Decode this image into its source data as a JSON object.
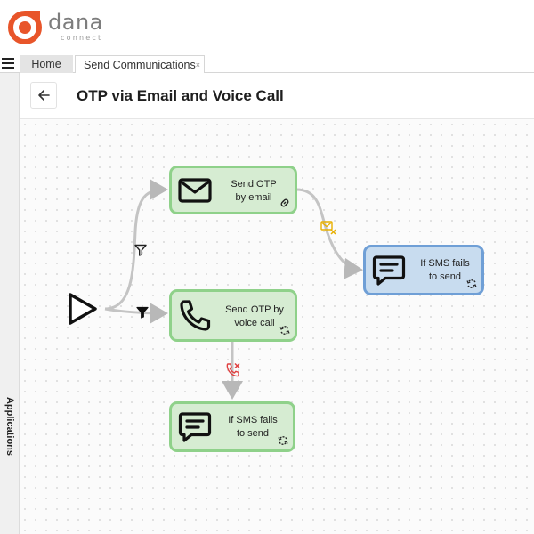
{
  "brand": {
    "name": "dana",
    "tagline": "connect",
    "colors": {
      "orange": "#e8552a",
      "grey": "#7d7d7d"
    }
  },
  "tabs": {
    "menu_icon": "hamburger-icon",
    "home": "Home",
    "send": "Send Communications",
    "close": "×"
  },
  "sidebar": {
    "label": "Applications"
  },
  "page": {
    "title": "OTP via Email and Voice Call",
    "back_icon": "arrow-left-icon"
  },
  "flow": {
    "start_icon": "play-icon",
    "nodes": {
      "email": {
        "line1": "Send OTP",
        "line2": "by email",
        "icon": "envelope-icon",
        "badge": "link-icon",
        "color": "#d6ecd2"
      },
      "voice": {
        "line1": "Send OTP by",
        "line2": "voice call",
        "icon": "phone-icon",
        "badge": "refresh-icon",
        "color": "#d6ecd2"
      },
      "sms_fail_right": {
        "line1": "If SMS fails",
        "line2": "to send",
        "icon": "chat-message-icon",
        "badge": "refresh-icon",
        "color": "#c8dcef"
      },
      "sms_fail_bottom": {
        "line1": "If SMS fails",
        "line2": "to send",
        "icon": "chat-message-icon",
        "badge": "refresh-icon",
        "color": "#d6ecd2"
      }
    },
    "connectors": {
      "filter_outline": "filter-outline-icon",
      "filter_filled": "filter-filled-icon",
      "email_failed": "envelope-x-icon",
      "call_failed": "phone-x-icon",
      "email_failed_color": "#e8b000",
      "call_failed_color": "#e04040"
    }
  }
}
